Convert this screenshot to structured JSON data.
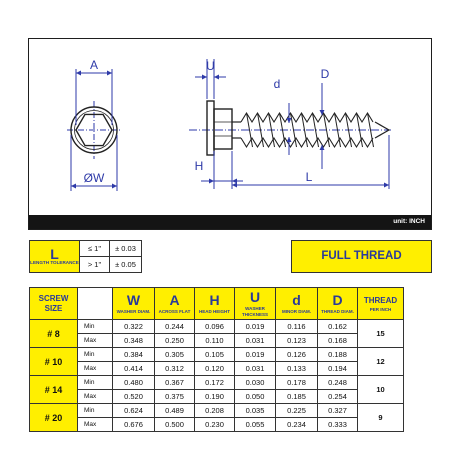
{
  "drawing": {
    "labels": {
      "a": "A",
      "u": "U",
      "d_minor": "d",
      "d_major": "D",
      "w": "ØW",
      "h": "H",
      "l": "L"
    },
    "unit_note": "unit: INCH",
    "colors": {
      "annotation": "#2e3aa8",
      "line": "#222222"
    }
  },
  "tolerance": {
    "letter": "L",
    "sublabel": "LENGTH TOLERANCE",
    "rows": [
      {
        "cond": "≤ 1\"",
        "value": "± 0.03"
      },
      {
        "cond": "> 1\"",
        "value": "± 0.05"
      }
    ]
  },
  "full_thread_label": "FULL THREAD",
  "spec": {
    "headers": {
      "screw_size": "SCREW SIZE",
      "w": {
        "letter": "W",
        "sub": "WASHER DIAM."
      },
      "a": {
        "letter": "A",
        "sub": "ACROSS FLAT"
      },
      "h": {
        "letter": "H",
        "sub": "HEAD HEIGHT"
      },
      "u": {
        "letter": "U",
        "sub": "WASHER THICKNESS"
      },
      "d": {
        "letter": "d",
        "sub": "MINOR DIAM."
      },
      "D": {
        "letter": "D",
        "sub": "THREAD DIAM."
      },
      "thread": {
        "title": "THREAD",
        "sub": "PER INCH"
      }
    },
    "rows": [
      {
        "size": "# 8",
        "min": [
          "0.322",
          "0.244",
          "0.096",
          "0.019",
          "0.116",
          "0.162"
        ],
        "max": [
          "0.348",
          "0.250",
          "0.110",
          "0.031",
          "0.123",
          "0.168"
        ],
        "tpi": "15"
      },
      {
        "size": "# 10",
        "min": [
          "0.384",
          "0.305",
          "0.105",
          "0.019",
          "0.126",
          "0.188"
        ],
        "max": [
          "0.414",
          "0.312",
          "0.120",
          "0.031",
          "0.133",
          "0.194"
        ],
        "tpi": "12"
      },
      {
        "size": "# 14",
        "min": [
          "0.480",
          "0.367",
          "0.172",
          "0.030",
          "0.178",
          "0.248"
        ],
        "max": [
          "0.520",
          "0.375",
          "0.190",
          "0.050",
          "0.185",
          "0.254"
        ],
        "tpi": "10"
      },
      {
        "size": "# 20",
        "min": [
          "0.624",
          "0.489",
          "0.208",
          "0.035",
          "0.225",
          "0.327"
        ],
        "max": [
          "0.676",
          "0.500",
          "0.230",
          "0.055",
          "0.234",
          "0.333"
        ],
        "tpi": "9"
      }
    ],
    "min_label": "Min",
    "max_label": "Max"
  }
}
